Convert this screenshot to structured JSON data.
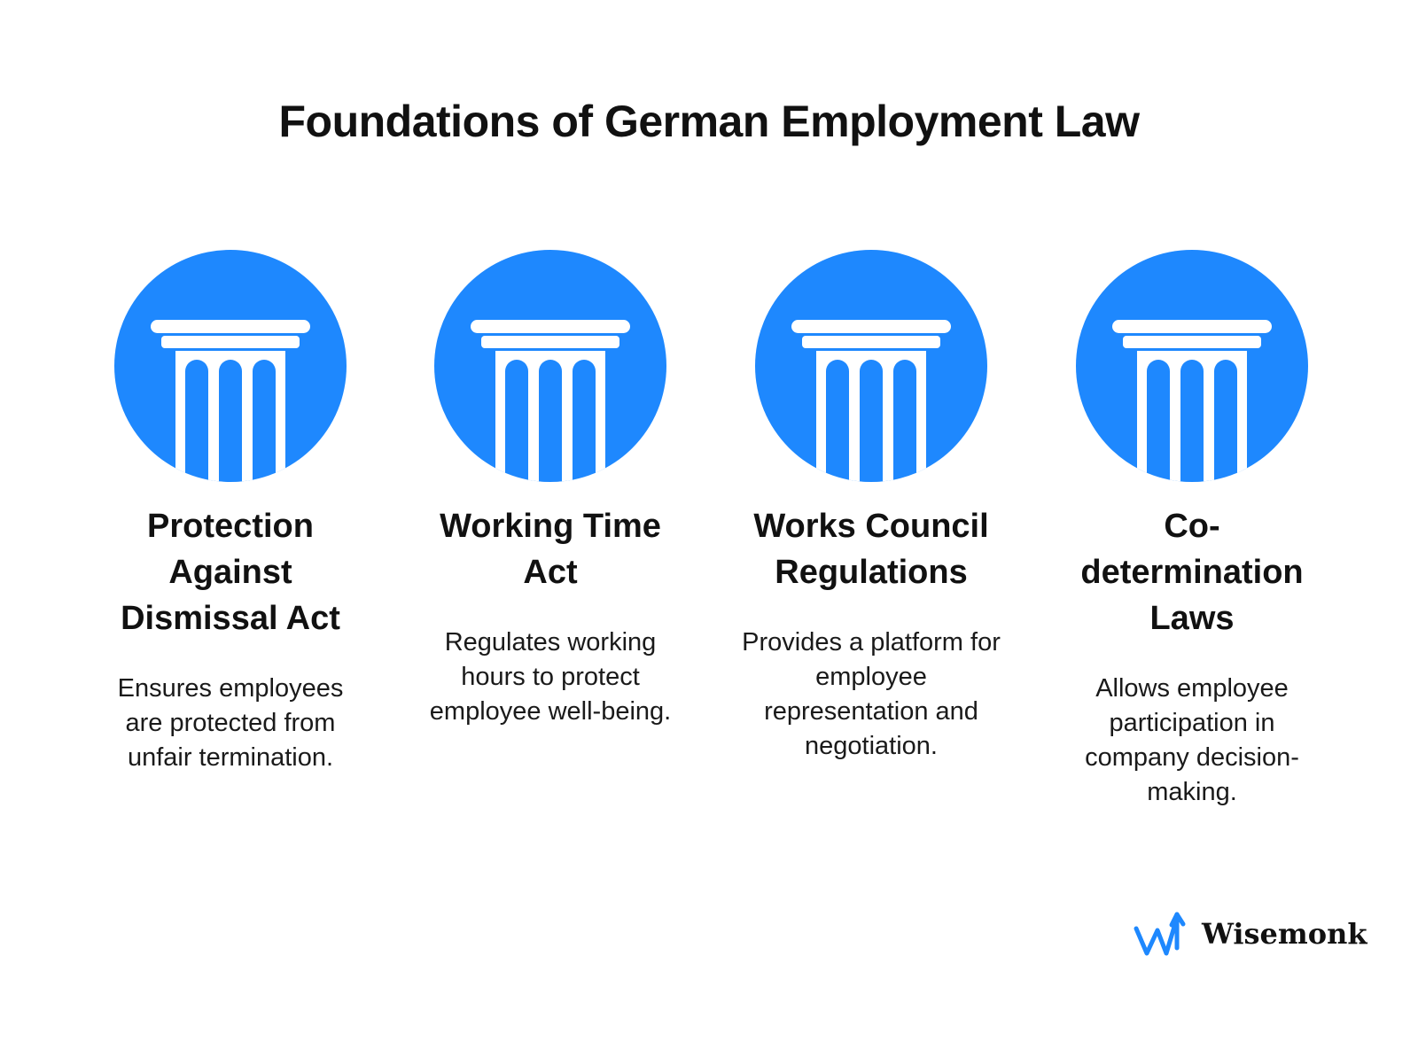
{
  "title": "Foundations of German Employment Law",
  "accent_color": "#1e88fe",
  "icon": "pillar-column-icon",
  "pillars": [
    {
      "heading": "Protection Against Dismissal Act",
      "description": "Ensures employees are protected from unfair termination."
    },
    {
      "heading": "Working Time Act",
      "description": "Regulates working hours to protect employee well-being."
    },
    {
      "heading": "Works Council Regulations",
      "description": "Provides a platform for employee representation and negotiation."
    },
    {
      "heading": "Co-determination Laws",
      "description": "Allows employee participation in company decision-making."
    }
  ],
  "brand": {
    "name": "Wisemonk",
    "logo_icon": "wave-arrow-logo-icon"
  }
}
